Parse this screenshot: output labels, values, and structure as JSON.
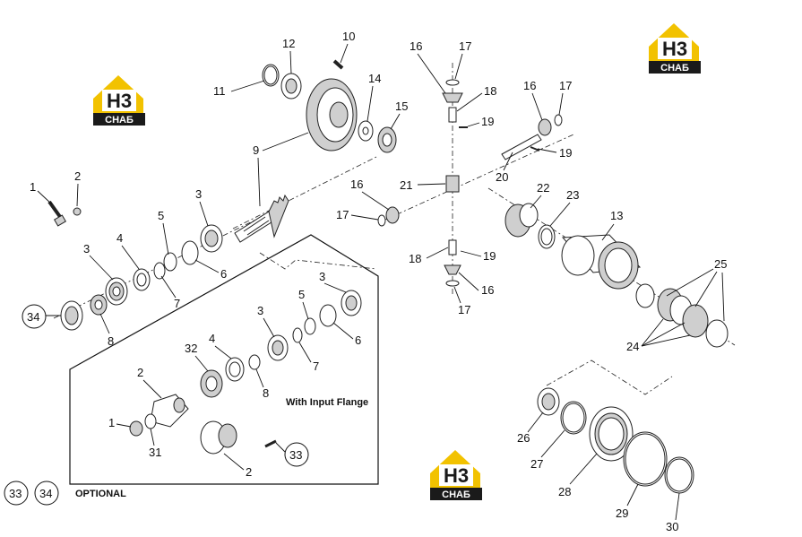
{
  "diagram": {
    "callouts": {
      "c1": "1",
      "c2": "2",
      "c3": "3",
      "c4": "4",
      "c5": "5",
      "c6": "6",
      "c7": "7",
      "c8": "8",
      "c9": "9",
      "c10": "10",
      "c11": "11",
      "c12": "12",
      "c13": "13",
      "c14": "14",
      "c15": "15",
      "c16": "16",
      "c17": "17",
      "c18": "18",
      "c19": "19",
      "c20": "20",
      "c21": "21",
      "c22": "22",
      "c23": "23",
      "c24": "24",
      "c25": "25",
      "c26": "26",
      "c27": "27",
      "c28": "28",
      "c29": "29",
      "c30": "30",
      "c32": "32",
      "c33": "33",
      "c34": "34"
    },
    "inset_caption": "With Input Flange",
    "optional_note": {
      "a": "33",
      "b": "34",
      "label": "OPTIONAL"
    },
    "watermark": {
      "brand": "H3",
      "sub": "СНАБ"
    }
  },
  "colors": {
    "logo_yellow": "#f2c200",
    "logo_black": "#1a1a1a",
    "line": "#111111"
  }
}
